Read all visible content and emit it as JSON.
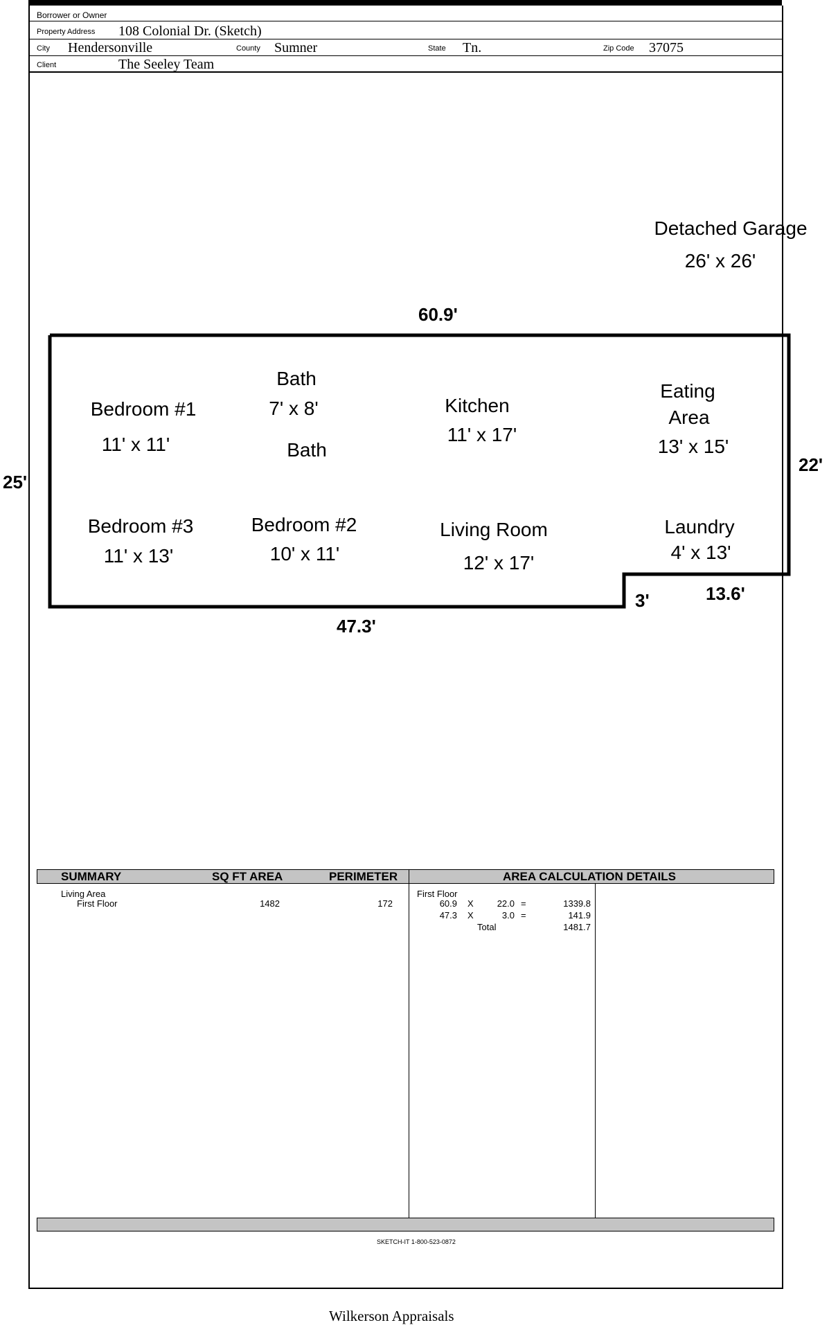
{
  "header": {
    "borrower_label": "Borrower or Owner",
    "borrower_value": "",
    "address_label": "Property Address",
    "address_value": "108 Colonial Dr. (Sketch)",
    "city_label": "City",
    "city_value": "Hendersonville",
    "county_label": "County",
    "county_value": "Sumner",
    "state_label": "State",
    "state_value": "Tn.",
    "zip_label": "Zip Code",
    "zip_value": "37075",
    "client_label": "Client",
    "client_value": "The Seeley Team"
  },
  "sketch": {
    "garage_name": "Detached Garage",
    "garage_size": "26' x 26'",
    "dims": {
      "top": "60.9'",
      "left": "25'",
      "right": "22'",
      "bottom": "47.3'",
      "step": "3'",
      "bottom_right": "13.6'"
    },
    "rooms": {
      "bath1_name": "Bath",
      "bath1_size": "7' x 8'",
      "bath2_name": "Bath",
      "bedroom1_name": "Bedroom #1",
      "bedroom1_size": "11' x 11'",
      "kitchen_name": "Kitchen",
      "kitchen_size": "11' x 17'",
      "eating_name_1": "Eating",
      "eating_name_2": "Area",
      "eating_size": "13' x 15'",
      "bedroom3_name": "Bedroom #3",
      "bedroom3_size": "11' x 13'",
      "bedroom2_name": "Bedroom #2",
      "bedroom2_size": "10' x 11'",
      "living_name": "Living Room",
      "living_size": "12' x 17'",
      "laundry_name": "Laundry",
      "laundry_size": "4' x 13'"
    }
  },
  "summary": {
    "headers": {
      "summary": "SUMMARY",
      "sqft": "SQ FT AREA",
      "perimeter": "PERIMETER",
      "details": "AREA CALCULATION DETAILS"
    },
    "category": "Living Area",
    "row_label": "First Floor",
    "sqft": "1482",
    "perimeter": "172",
    "detail_title": "First Floor",
    "calc_rows": [
      {
        "a": "60.9",
        "op": "X",
        "b": "22.0",
        "eq": "=",
        "result": "1339.8"
      },
      {
        "a": "47.3",
        "op": "X",
        "b": "3.0",
        "eq": "=",
        "result": "141.9"
      }
    ],
    "total_label": "Total",
    "total_value": "1481.7"
  },
  "footer": {
    "sketchit": "SKETCH-IT 1-800-523-0872",
    "company": "Wilkerson Appraisals"
  }
}
